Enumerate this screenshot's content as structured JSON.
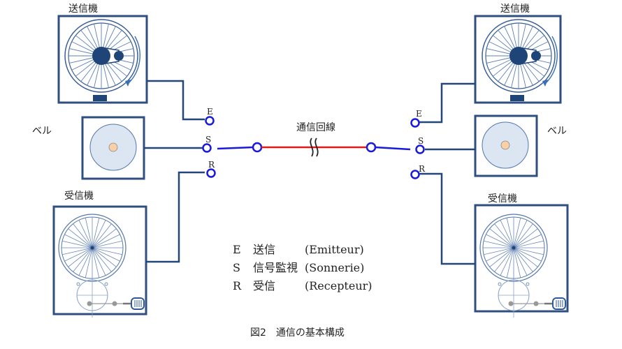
{
  "diagram": {
    "caption": "図2　通信の基本構成",
    "line_label": "通信回線",
    "left_station": {
      "transmitter_label": "送信機",
      "bell_label": "ベル",
      "receiver_label": "受信機",
      "terminals": {
        "E": "E",
        "S": "S",
        "R": "R"
      }
    },
    "right_station": {
      "transmitter_label": "送信機",
      "bell_label": "ベル",
      "receiver_label": "受信機",
      "terminals": {
        "E": "E",
        "S": "S",
        "R": "R"
      }
    },
    "legend": [
      {
        "letter": "E",
        "jp": "送信",
        "fr": "(Emitteur)"
      },
      {
        "letter": "S",
        "jp": "信号監視",
        "fr": "(Sonnerie)"
      },
      {
        "letter": "R",
        "jp": "受信",
        "fr": "(Recepteur)"
      }
    ],
    "colors": {
      "box_stroke": "#2f4f80",
      "wire": "#24477a",
      "terminal": "#1a1adc",
      "line": "#e01818",
      "bell_disc": "#dce6f2",
      "bell_center": "#f9cfa8"
    }
  }
}
